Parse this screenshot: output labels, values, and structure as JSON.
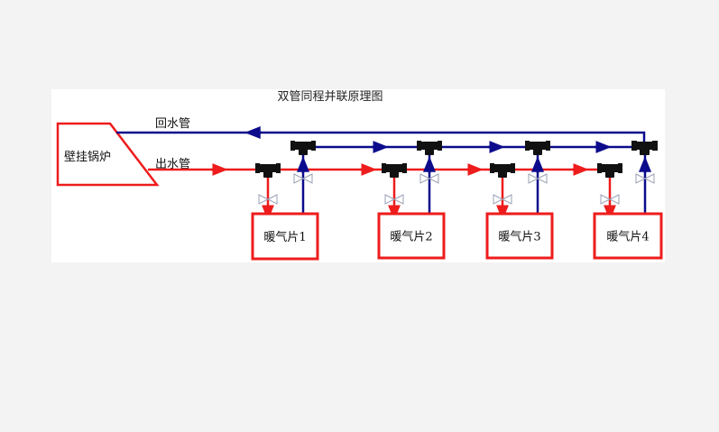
{
  "title": "双管同程并联原理图",
  "boiler": {
    "label": "壁挂锅炉"
  },
  "return_pipe": {
    "label": "回水管",
    "color": "#0b0b8c"
  },
  "supply_pipe": {
    "label": "出水管",
    "color": "#ee1c1c"
  },
  "radiators": [
    {
      "label": "暖气片1"
    },
    {
      "label": "暖气片2"
    },
    {
      "label": "暖气片3"
    },
    {
      "label": "暖气片4"
    }
  ],
  "colors": {
    "panel": "#ffffff",
    "background": "#f3f3f3",
    "valve": "#9aa0b4",
    "tee": "#111111",
    "outline": "#ee1c1c"
  }
}
